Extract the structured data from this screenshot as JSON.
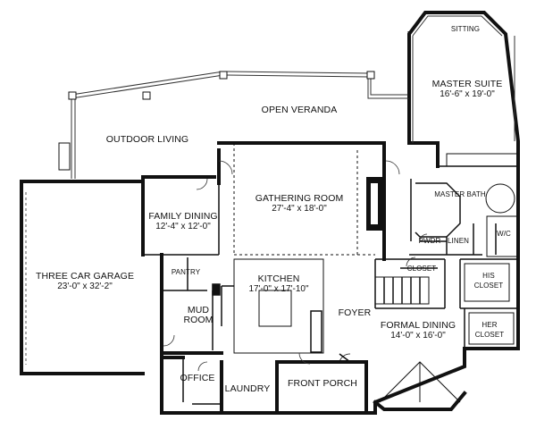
{
  "rooms": {
    "sitting": "SITTING",
    "master_suite": {
      "name": "MASTER SUITE",
      "dims": "16'-6\" x 19'-0\""
    },
    "open_veranda": "OPEN VERANDA",
    "outdoor_living": "OUTDOOR LIVING",
    "master_bath": "MASTER BATH",
    "gathering_room": {
      "name": "GATHERING ROOM",
      "dims": "27'-4\" x 18'-0\""
    },
    "family_dining": {
      "name": "FAMILY DINING",
      "dims": "12'-4\" x 12'-0\""
    },
    "three_car_garage": {
      "name": "THREE CAR GARAGE",
      "dims": "23'-0\" x 32'-2\""
    },
    "pwdr": "PWDR",
    "linen": "LINEN",
    "wc": "W/C",
    "pantry": "PANTRY",
    "kitchen": {
      "name": "KITCHEN",
      "dims": "17'-0\" x 17'-10\""
    },
    "closet": "CLOSET",
    "his_closet": [
      "HIS",
      "CLOSET"
    ],
    "her_closet": [
      "HER",
      "CLOSET"
    ],
    "mud_room": [
      "MUD",
      "ROOM"
    ],
    "foyer": "FOYER",
    "formal_dining": {
      "name": "FORMAL DINING",
      "dims": "14'-0\" x 16'-0\""
    },
    "office": "OFFICE",
    "laundry": "LAUNDRY",
    "front_porch": "FRONT PORCH"
  }
}
